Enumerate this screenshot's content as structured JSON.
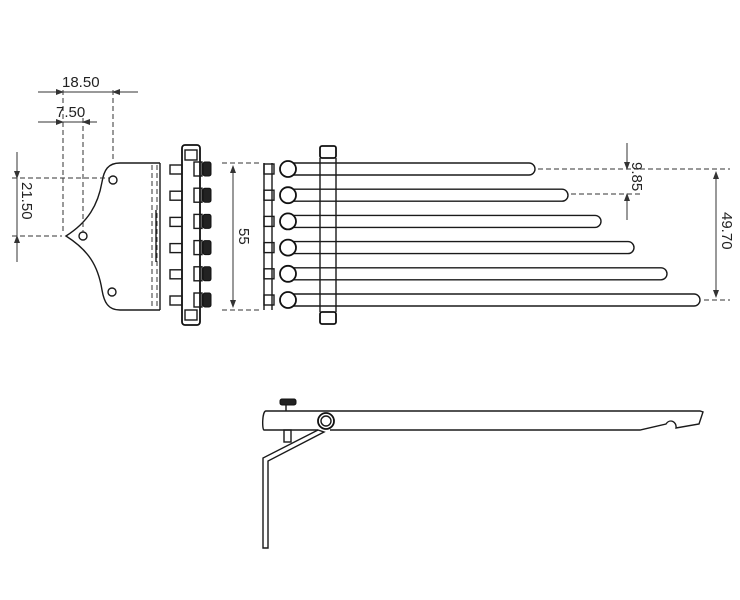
{
  "drawing": {
    "top_view": {
      "dimensions": {
        "width_total": "18.50",
        "width_hole": "7.50",
        "height_hole": "21.50",
        "height_tuners": "55",
        "arm_step": "9.85",
        "arm_span": "49.70"
      },
      "arm_count": 6,
      "tuner_count": 6
    },
    "side_view": {}
  }
}
